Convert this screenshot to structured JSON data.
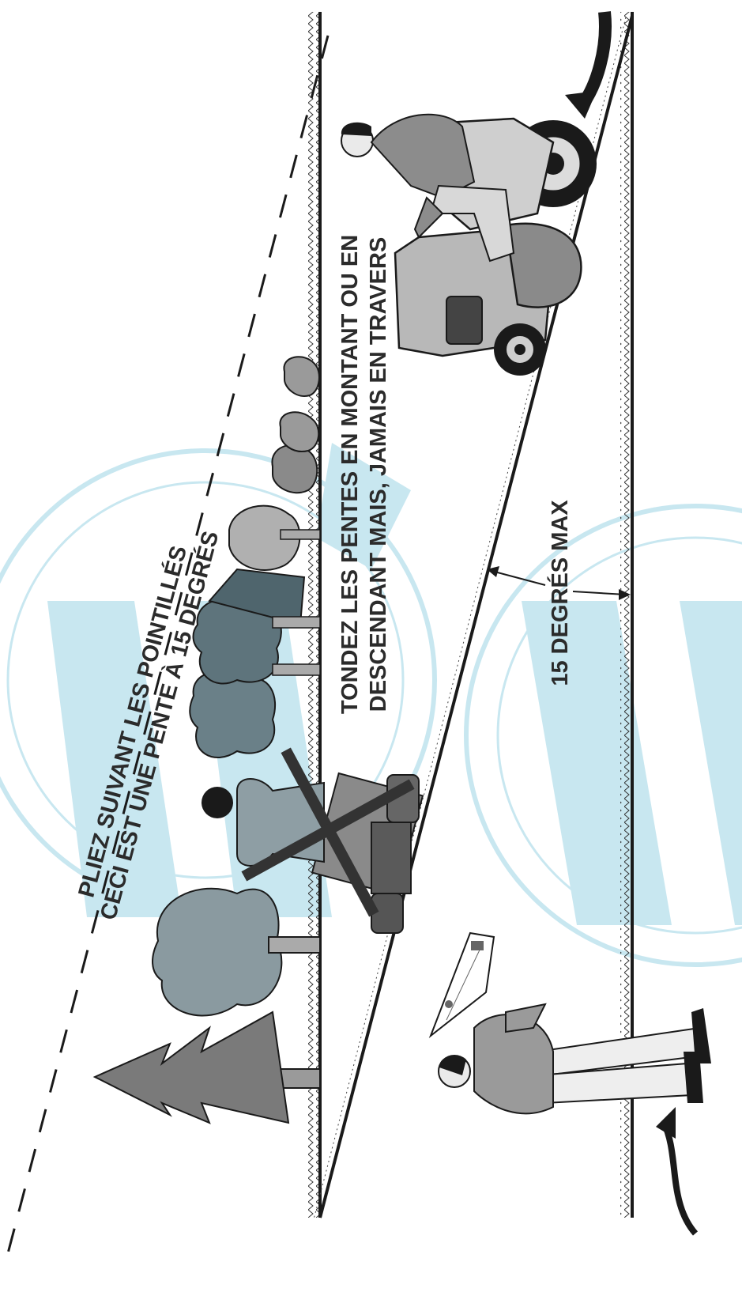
{
  "labels": {
    "fold_line_1": "PLIEZ SUIVANT LES POINTILLÉS",
    "fold_line_2": "CECI EST UNE PENTE À 15 DEGRÉS",
    "instruction_line_1": "TONDEZ LES PENTES EN MONTANT OU EN",
    "instruction_line_2": "DESCENDANT MAIS, JAMAIS EN TRAVERS",
    "angle_label": "15 DEGRÉS MAX"
  },
  "colors": {
    "ink": "#1a1a1a",
    "watermark": "#bfe3ee",
    "gray_light": "#c4c4c4",
    "gray_mid": "#9a9a9a",
    "gray_dark": "#6e6e6e",
    "tree_teal": "#58707a"
  },
  "icons": {
    "tractor": "riding-mower-icon",
    "person": "person-holding-gauge-icon",
    "arrow": "direction-arrow-icon",
    "tree": "tree-icon",
    "cross": "x-mark-icon"
  }
}
